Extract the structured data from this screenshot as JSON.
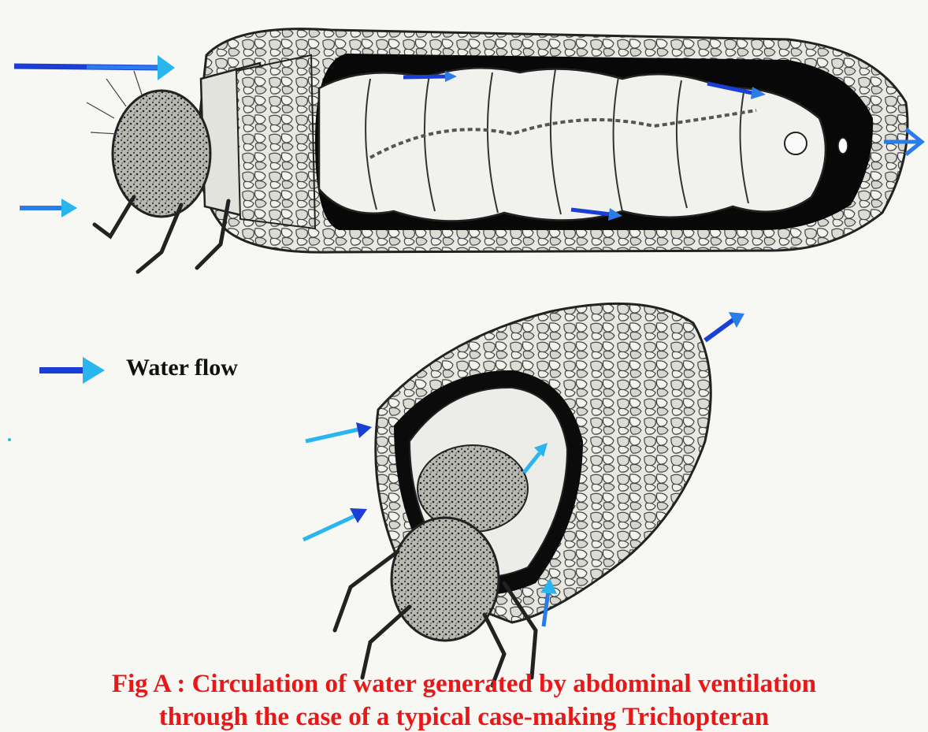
{
  "figure": {
    "legend": {
      "label": "Water flow",
      "arrow_color": "#1a3fd6",
      "head_color": "#29b6f0"
    },
    "caption_lines": [
      "Fig A : Circulation of water generated by abdominal ventilation",
      "through the case of a typical case-making Trichopteran"
    ],
    "caption_color": "#e81818",
    "arrow_colors": {
      "dark": "#1a3fd6",
      "light": "#29b6f0",
      "mid": "#2a7de8"
    },
    "illustrations": [
      "larva-in-case-top",
      "larva-in-case-front"
    ]
  }
}
